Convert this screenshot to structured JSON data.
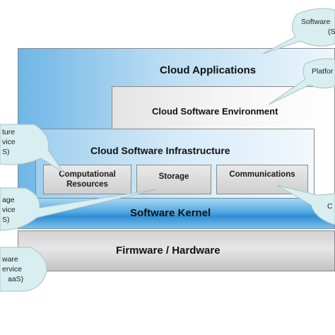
{
  "layers": {
    "cloud_applications": "Cloud Applications",
    "cloud_software_environment": "Cloud Software Environment",
    "cloud_software_infrastructure": "Cloud Software Infrastructure",
    "software_kernel": "Software Kernel",
    "firmware_hardware": "Firmware / Hardware"
  },
  "components": {
    "computational_line1": "Computational",
    "computational_line2": "Resources",
    "storage": "Storage",
    "communications": "Communications"
  },
  "callouts": {
    "top_right_line1": "Software",
    "top_right_line2": "(S",
    "platform": "Platfor",
    "left_upper_line1": "ture",
    "left_upper_line2": "vice",
    "left_upper_line3": "S)",
    "left_middle_line1": "age",
    "left_middle_line2": "vice",
    "left_middle_line3": "S)",
    "right_middle": "C",
    "left_lower_line1": "ware",
    "left_lower_line2": "ervice",
    "left_lower_line3": "aaS)"
  },
  "colors": {
    "frame": "#8a8a8a",
    "kernel_blue": "#3d9ad8",
    "callout_fill": "#d9eef0",
    "callout_stroke": "#a6c2c6"
  }
}
